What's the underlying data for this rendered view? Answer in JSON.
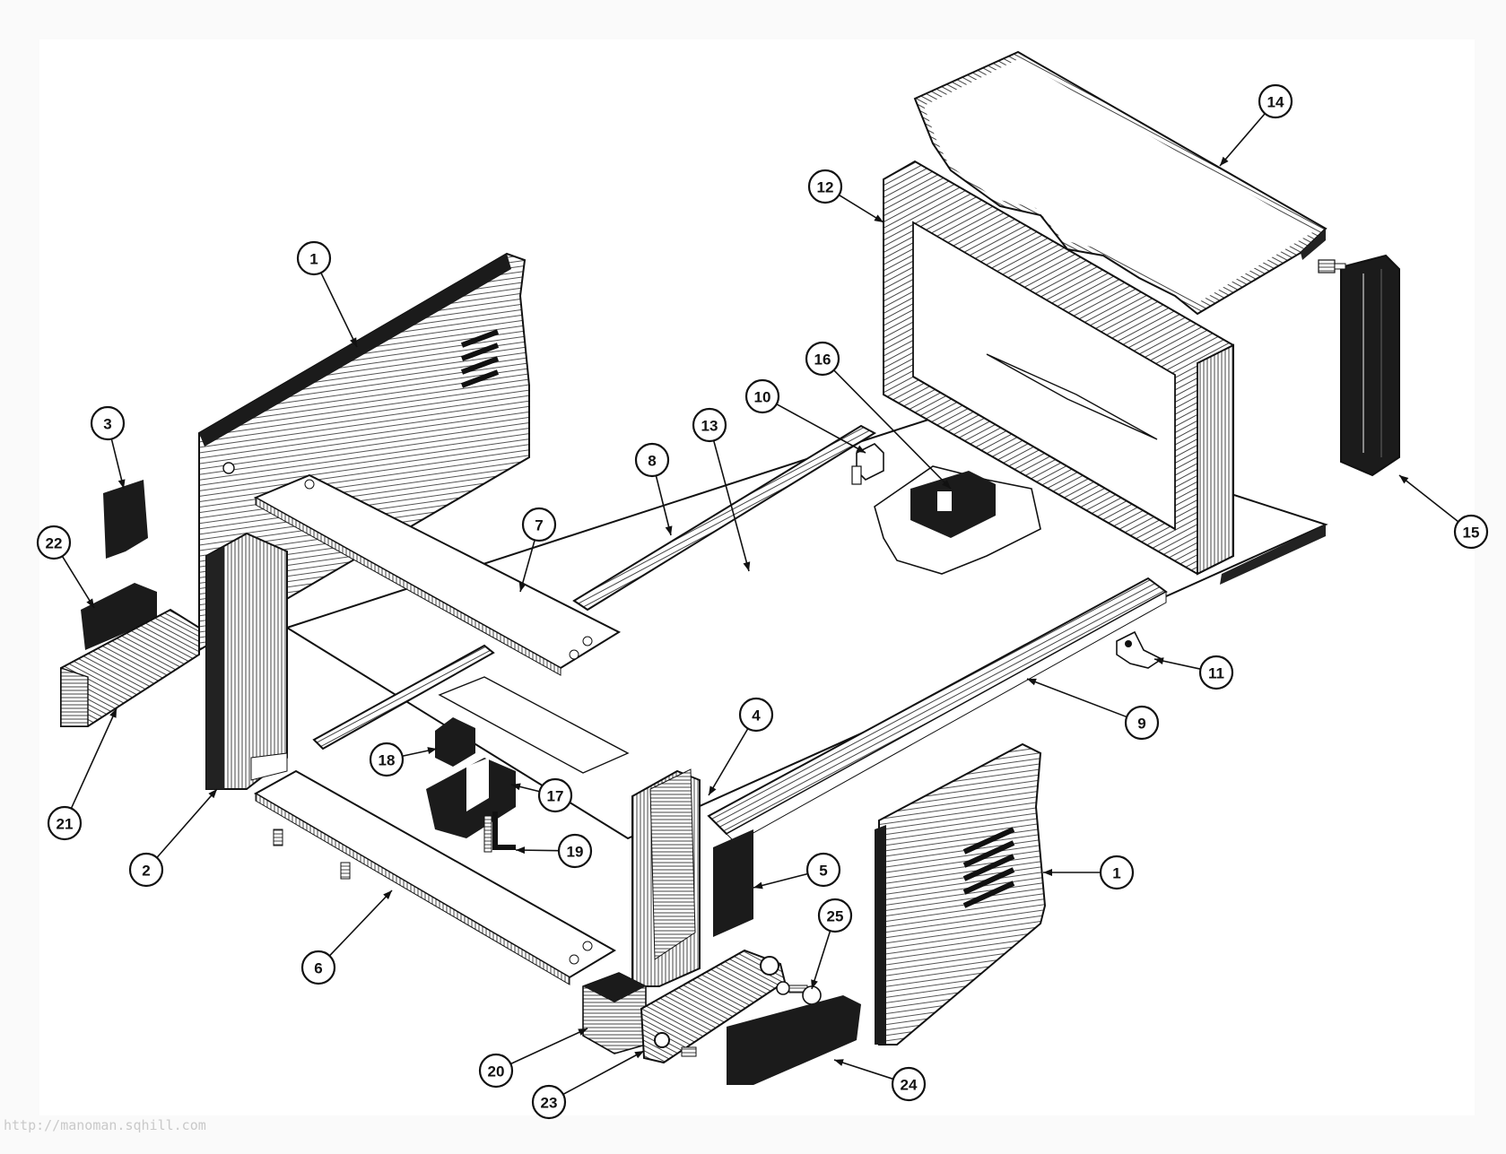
{
  "diagram": {
    "callouts": [
      {
        "id": "c1a",
        "label": "1"
      },
      {
        "id": "c1b",
        "label": "1"
      },
      {
        "id": "c2",
        "label": "2"
      },
      {
        "id": "c3",
        "label": "3"
      },
      {
        "id": "c4",
        "label": "4"
      },
      {
        "id": "c5",
        "label": "5"
      },
      {
        "id": "c6",
        "label": "6"
      },
      {
        "id": "c7",
        "label": "7"
      },
      {
        "id": "c8",
        "label": "8"
      },
      {
        "id": "c9",
        "label": "9"
      },
      {
        "id": "c10",
        "label": "10"
      },
      {
        "id": "c11",
        "label": "11"
      },
      {
        "id": "c12",
        "label": "12"
      },
      {
        "id": "c13",
        "label": "13"
      },
      {
        "id": "c14",
        "label": "14"
      },
      {
        "id": "c15",
        "label": "15"
      },
      {
        "id": "c16",
        "label": "16"
      },
      {
        "id": "c17",
        "label": "17"
      },
      {
        "id": "c18",
        "label": "18"
      },
      {
        "id": "c19",
        "label": "19"
      },
      {
        "id": "c20",
        "label": "20"
      },
      {
        "id": "c21",
        "label": "21"
      },
      {
        "id": "c22",
        "label": "22"
      },
      {
        "id": "c23",
        "label": "23"
      },
      {
        "id": "c24",
        "label": "24"
      },
      {
        "id": "c25",
        "label": "25"
      }
    ],
    "watermark": "http://manoman.sqhill.com"
  },
  "colors": {
    "ink": "#111111",
    "paper": "#ffffff",
    "background": "#fafafa",
    "hatch": "#555555"
  }
}
